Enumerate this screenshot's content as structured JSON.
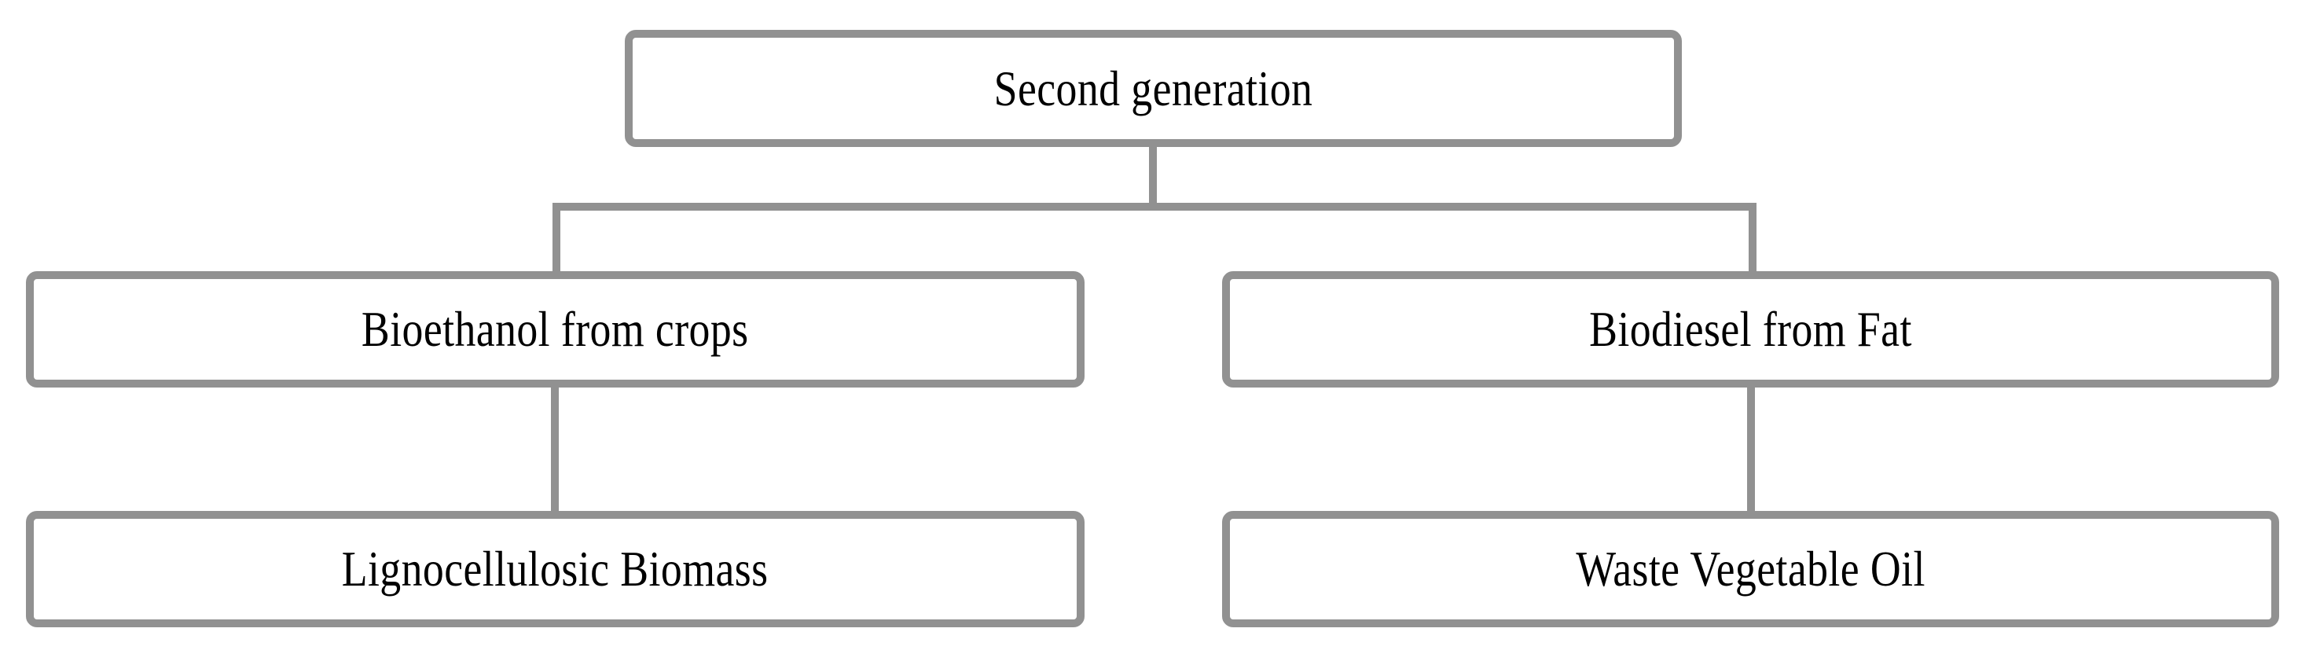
{
  "diagram": {
    "type": "hierarchy-tree",
    "orientation": "top-down",
    "root": {
      "id": "root",
      "label": "Second generation"
    },
    "branches": [
      {
        "id": "bioethanol",
        "label": "Bioethanol from crops",
        "child": {
          "id": "lignocellulosic-biomass",
          "label": "Lignocellulosic Biomass"
        }
      },
      {
        "id": "biodiesel",
        "label": "Biodiesel from Fat",
        "child": {
          "id": "waste-vegetable-oil",
          "label": "Waste Vegetable Oil"
        }
      }
    ],
    "style": {
      "border_color": "#919191",
      "node_fill": "#ffffff",
      "connector_color": "#919191",
      "text_color": "#000000",
      "background": "#ffffff"
    }
  }
}
